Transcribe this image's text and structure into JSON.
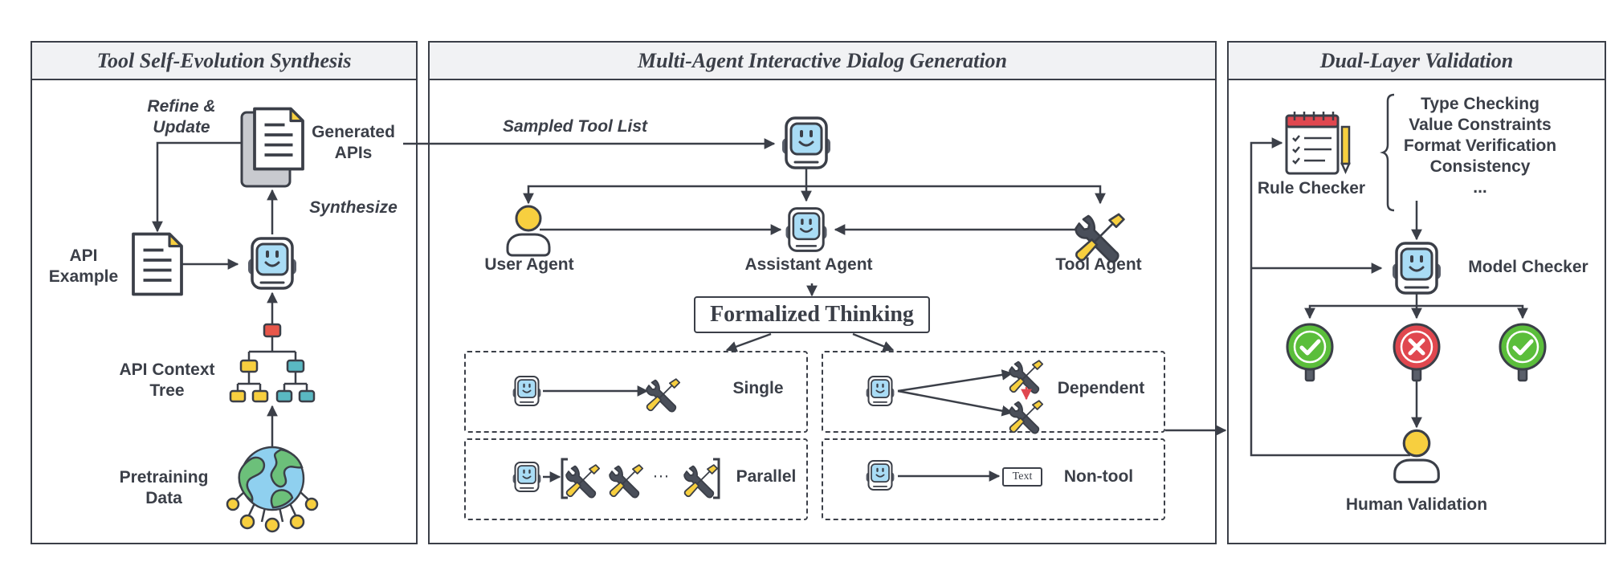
{
  "panels": {
    "left_title": "Tool Self-Evolution Synthesis",
    "middle_title": "Multi-Agent Interactive Dialog Generation",
    "right_title": "Dual-Layer Validation"
  },
  "left": {
    "refine_update": "Refine &\nUpdate",
    "generated_apis": "Generated\nAPIs",
    "synthesize": "Synthesize",
    "api_example": "API\nExample",
    "api_context_tree": "API Context\nTree",
    "pretraining_data": "Pretraining\nData"
  },
  "middle": {
    "sampled_tool_list": "Sampled Tool List",
    "user_agent": "User Agent",
    "assistant_agent": "Assistant Agent",
    "tool_agent": "Tool Agent",
    "formalized_thinking": "Formalized Thinking",
    "single": "Single",
    "dependent": "Dependent",
    "parallel": "Parallel",
    "ellipsis": "···",
    "non_tool": "Non-tool",
    "text_box": "Text"
  },
  "right": {
    "checks": [
      "Type Checking",
      "Value Constraints",
      "Format Verification",
      "Consistency",
      "..."
    ],
    "rule_checker": "Rule Checker",
    "model_checker": "Model Checker",
    "human_validation": "Human Validation"
  },
  "colors": {
    "stroke": "#3b3f48",
    "robot_screen": "#a9dcf5",
    "yellow": "#f7cf3f",
    "green": "#5bbe3b",
    "red": "#e0474f",
    "teal": "#5ab8c2",
    "tree_red": "#e8574a",
    "globe_blue": "#8fd0ef",
    "globe_green": "#6cc07a"
  }
}
